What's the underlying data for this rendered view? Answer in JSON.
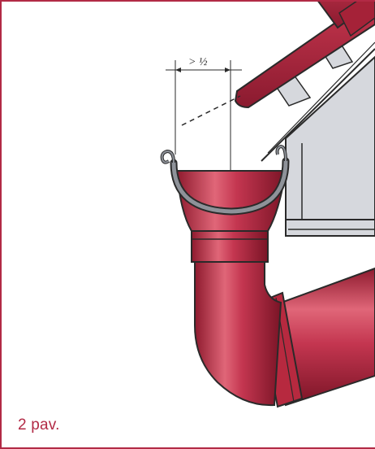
{
  "caption": "2 pav.",
  "measure_label": "> ½",
  "colors": {
    "frame": "#b22a45",
    "pipe": "#b7293f",
    "pipe_light": "#e06678",
    "pipe_dark": "#7a1426",
    "roof_fill": "#d6d8dd",
    "line": "#2a2a2a",
    "gutter_steel": "#8e9299"
  },
  "icons": [
    "rain-gutter-diagram"
  ]
}
